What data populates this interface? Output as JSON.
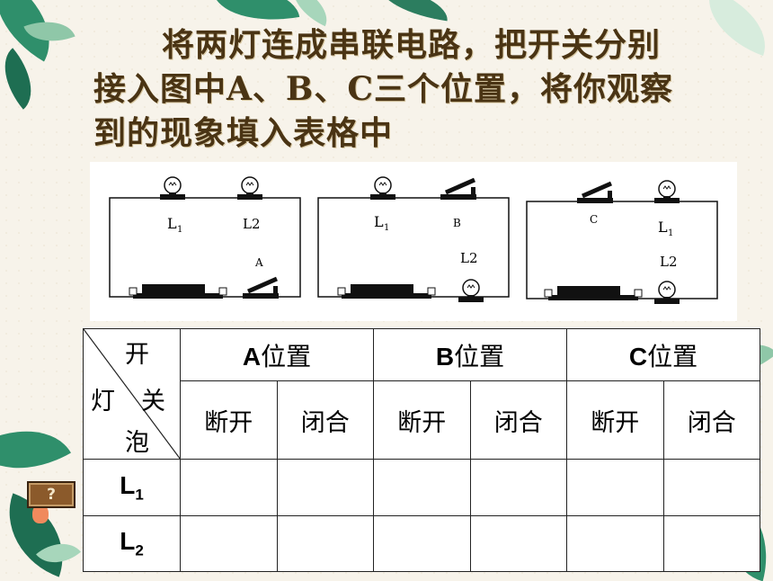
{
  "title": {
    "line1": "将两灯连成串联电路，把开关分别",
    "line2": "接入图中A、B、C三个位置，将你观察",
    "line3": "到的现象填入表格中"
  },
  "circuit_labels": {
    "c1_l1": "L",
    "c1_l1_sub": "1",
    "c1_l2": "L2",
    "c1_switch": "A",
    "c2_l1": "L",
    "c2_l1_sub": "1",
    "c2_switch": "B",
    "c2_l2": "L2",
    "c3_switch": "C",
    "c3_l1": "L",
    "c3_l1_sub": "1",
    "c3_l2": "L2"
  },
  "table": {
    "corner_switch": "开",
    "corner_switch2": "关",
    "corner_lamp1": "灯",
    "corner_lamp2": "泡",
    "positions": [
      {
        "letter": "A",
        "label": "位置"
      },
      {
        "letter": "B",
        "label": "位置"
      },
      {
        "letter": "C",
        "label": "位置"
      }
    ],
    "states": [
      "断开",
      "闭合",
      "断开",
      "闭合",
      "断开",
      "闭合"
    ],
    "rows": [
      {
        "name": "L",
        "sub": "1"
      },
      {
        "name": "L",
        "sub": "2"
      }
    ]
  },
  "help_button": "?"
}
